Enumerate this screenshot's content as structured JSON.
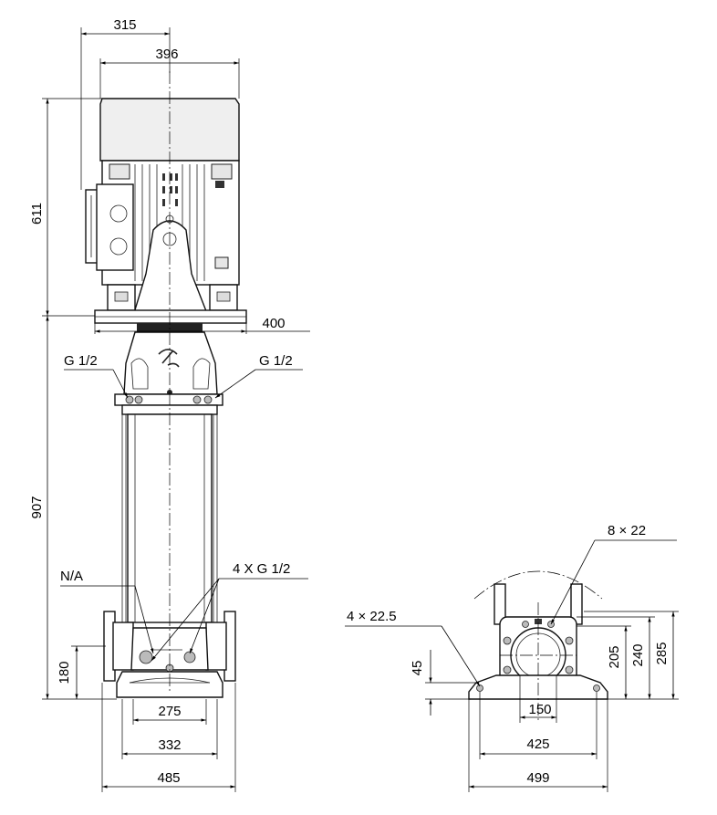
{
  "front_view": {
    "dims": {
      "top_315": "315",
      "top_396": "396",
      "height_611": "611",
      "width_400": "400",
      "height_907": "907",
      "height_180": "180",
      "base_275": "275",
      "base_332": "332",
      "base_485": "485"
    },
    "callouts": {
      "vent_left": "G 1/2",
      "vent_right": "G 1/2",
      "drain": "4 X G 1/2",
      "na": "N/A"
    }
  },
  "side_view": {
    "dims": {
      "holes_8x22": "8 × 22",
      "holes_4x22_5": "4 × 22.5",
      "height_45": "45",
      "height_205": "205",
      "height_240": "240",
      "height_285": "285",
      "width_150": "150",
      "width_425": "425",
      "width_499": "499"
    }
  },
  "colors": {
    "line": "#000000",
    "motor_top": "#eeeeee",
    "background": "#ffffff"
  }
}
